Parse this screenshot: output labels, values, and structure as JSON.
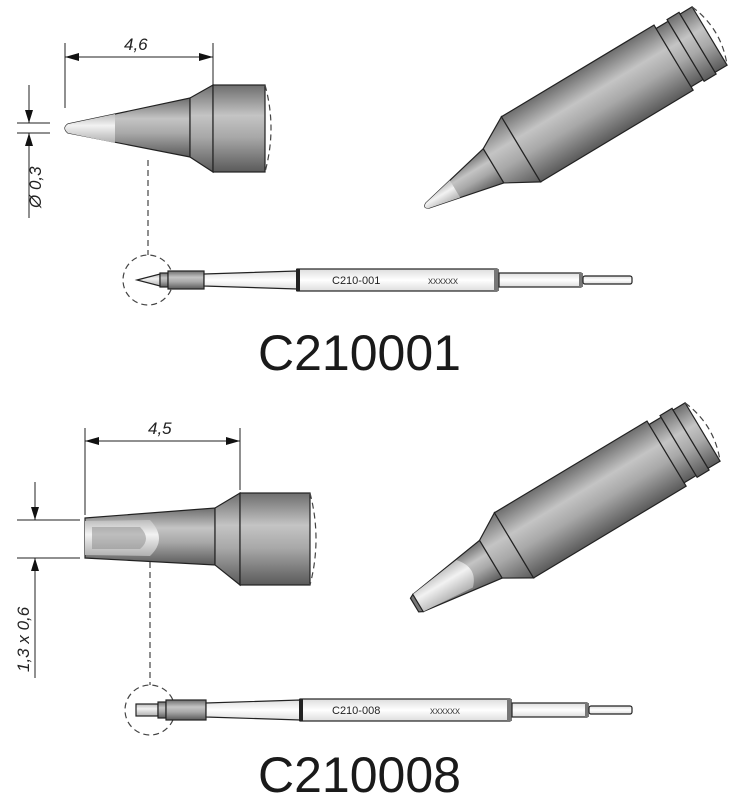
{
  "tips": [
    {
      "model": "C210001",
      "shaft_label": "C210-001",
      "shaft_code": "xxxxxx",
      "length_dim": "4,6",
      "tip_dim": "Ø 0,3",
      "shape": "conical"
    },
    {
      "model": "C210008",
      "shaft_label": "C210-008",
      "shaft_code": "xxxxxx",
      "length_dim": "4,5",
      "tip_dim": "1,3 x 0,6",
      "shape": "chisel"
    }
  ],
  "colors": {
    "metal": "#9a9a9a",
    "metal_light": "#d8d8d8",
    "tip_silver": "#eeeeee",
    "line": "#222222"
  }
}
